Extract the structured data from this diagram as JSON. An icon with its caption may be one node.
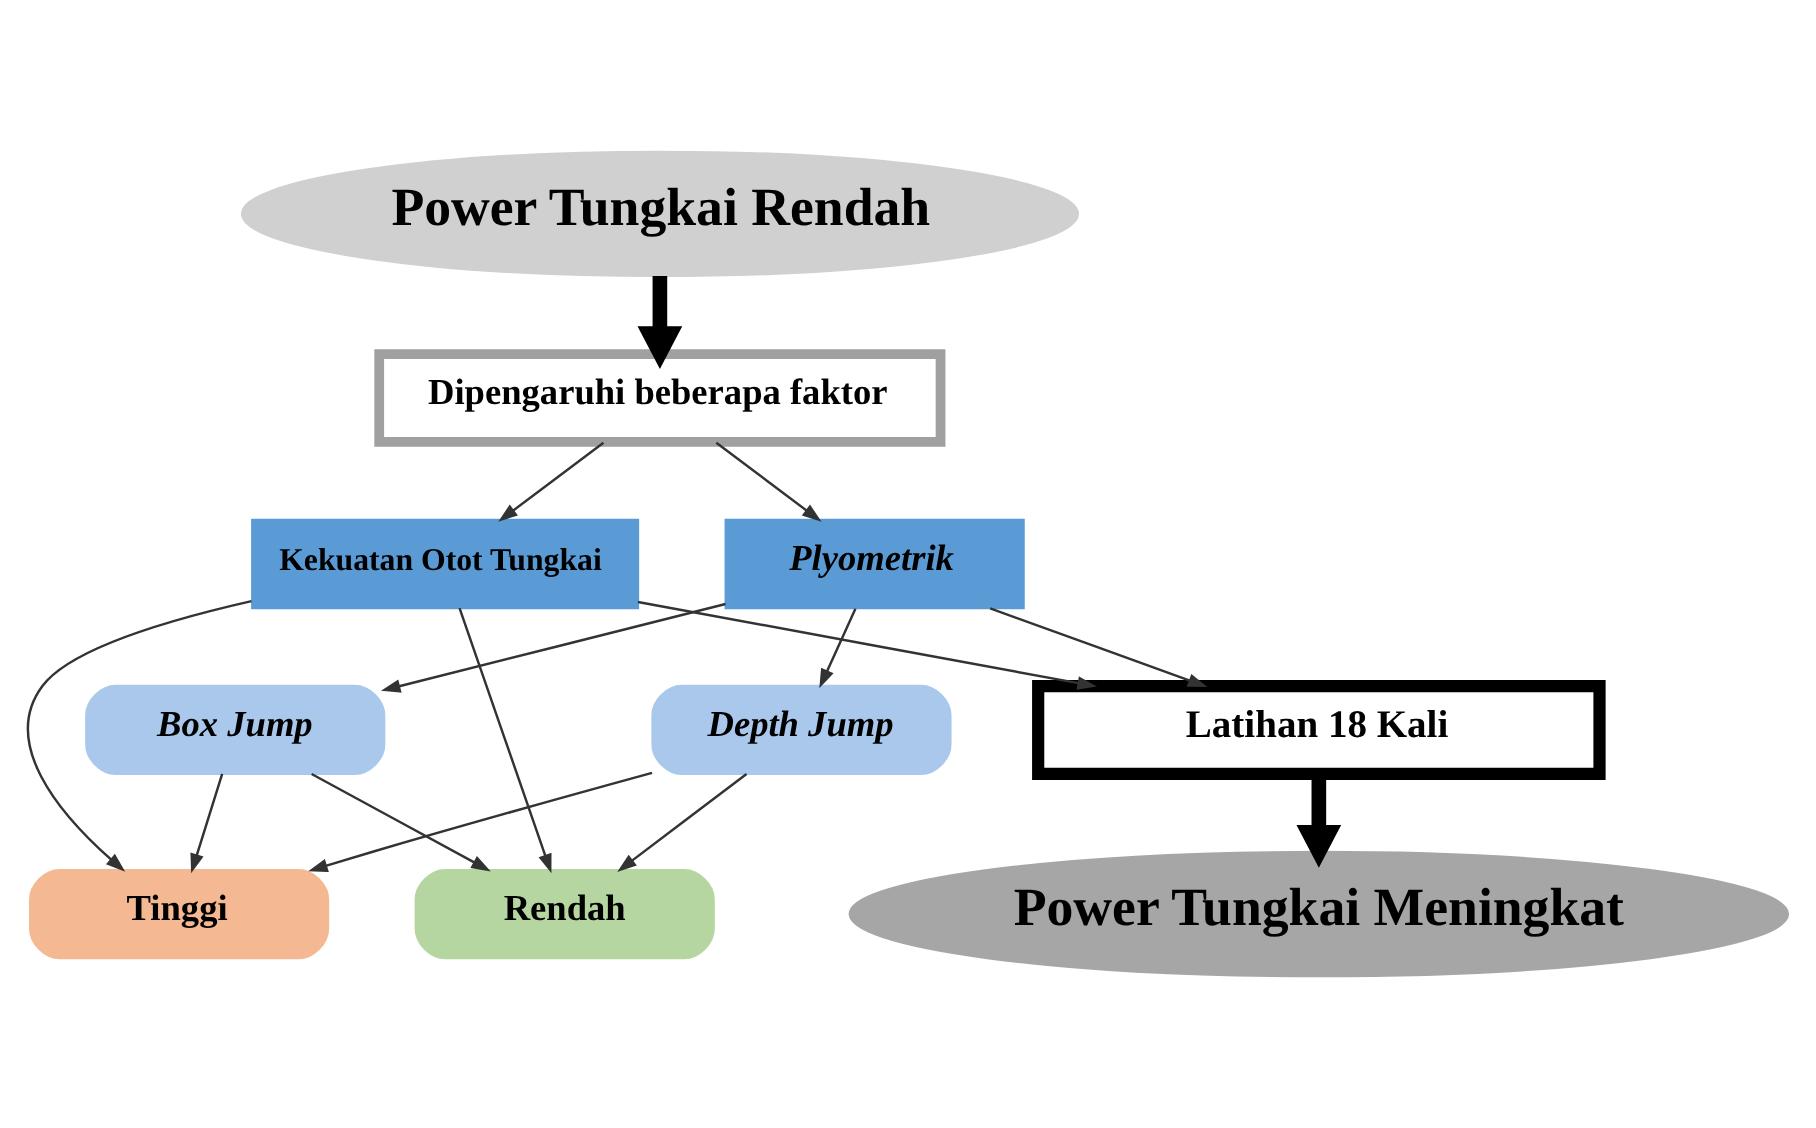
{
  "diagram": {
    "nodes": [
      {
        "text": [
          "Power Tungkai Rendah"
        ]
      },
      {
        "text": [
          "Dipengaruhi beberapa faktor"
        ]
      },
      {
        "text": [
          "Plyometrik"
        ]
      },
      {
        "text": [
          "Box Jump"
        ]
      },
      {
        "text": [
          "Depth Jump"
        ]
      },
      {
        "text": [
          "Tinggi"
        ]
      },
      {
        "text": [
          "Rendah"
        ]
      },
      {
        "text": [
          "Kekuatan Otot Tungkai"
        ]
      },
      {
        "text": [
          "Latihan 18 Kali"
        ]
      },
      {
        "text": [
          "Power Tungkai Meningkat"
        ]
      }
    ],
    "edges": [
      {
        "from": 0,
        "to": 1,
        "arrow": "to",
        "style": "thick"
      },
      {
        "from": 1,
        "to": 2,
        "arrow": "to"
      },
      {
        "from": 1,
        "to": 7,
        "arrow": "to"
      },
      {
        "from": 2,
        "to": 3,
        "arrow": "to"
      },
      {
        "from": 2,
        "to": 4,
        "arrow": "to"
      },
      {
        "from": 3,
        "to": 5,
        "arrow": "to"
      },
      {
        "from": 3,
        "to": 6,
        "arrow": "to"
      },
      {
        "from": 4,
        "to": 5,
        "arrow": "to"
      },
      {
        "from": 4,
        "to": 6,
        "arrow": "to"
      },
      {
        "from": 7,
        "to": 5,
        "arrow": "to"
      },
      {
        "from": 7,
        "to": 6,
        "arrow": "to"
      },
      {
        "from": 2,
        "to": 8,
        "arrow": "to"
      },
      {
        "from": 7,
        "to": 8,
        "arrow": "to"
      },
      {
        "from": 8,
        "to": 9,
        "arrow": "to",
        "style": "thick"
      }
    ]
  }
}
